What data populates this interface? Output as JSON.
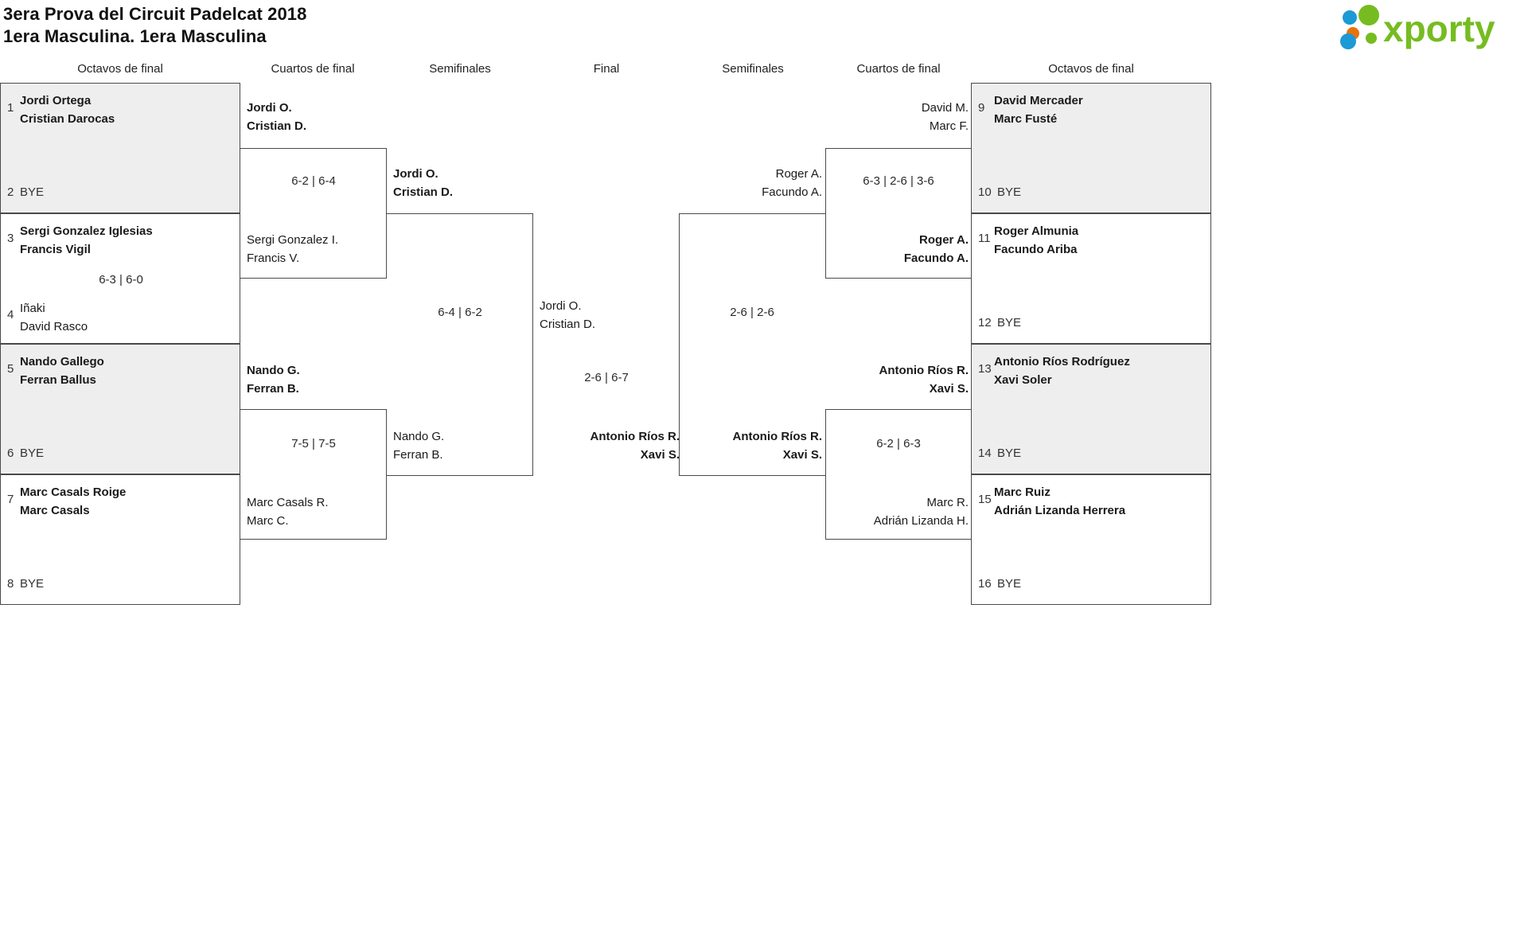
{
  "header": {
    "title_line1": "3era Prova del Circuit Padelcat 2018",
    "title_line2": "1era Masculina. 1era Masculina",
    "logo_text": "xporty",
    "logo_colors": {
      "green": "#76bc21",
      "blue": "#1b9ad6",
      "orange": "#e8730c"
    }
  },
  "rounds": {
    "left_r16": "Octavos de final",
    "left_qf": "Cuartos de final",
    "left_sf": "Semifinales",
    "final": "Final",
    "right_sf": "Semifinales",
    "right_qf": "Cuartos de final",
    "right_r16": "Octavos de final"
  },
  "left": {
    "r16": [
      {
        "seed": "1",
        "p1": "Jordi Ortega",
        "p2": "Cristian Darocas",
        "winner": true,
        "bye": false,
        "shaded": true
      },
      {
        "seed": "2",
        "bye_label": "BYE",
        "winner": false,
        "bye": true,
        "shaded": true
      },
      {
        "seed": "3",
        "p1": "Sergi Gonzalez Iglesias",
        "p2": "Francis Vigil",
        "winner": true,
        "bye": false,
        "shaded": false
      },
      {
        "seed": "4",
        "p1": "Iñaki",
        "p2": "David Rasco",
        "winner": false,
        "bye": false,
        "shaded": false
      },
      {
        "seed": "5",
        "p1": "Nando Gallego",
        "p2": "Ferran Ballus",
        "winner": true,
        "bye": false,
        "shaded": true
      },
      {
        "seed": "6",
        "bye_label": "BYE",
        "winner": false,
        "bye": true,
        "shaded": true
      },
      {
        "seed": "7",
        "p1": "Marc Casals Roige",
        "p2": "Marc Casals",
        "winner": true,
        "bye": false,
        "shaded": false
      },
      {
        "seed": "8",
        "bye_label": "BYE",
        "winner": false,
        "bye": true,
        "shaded": false
      }
    ],
    "r16_scores": [
      "",
      "6-3 | 6-0",
      "",
      ""
    ],
    "qf": [
      {
        "p1": "Jordi O.",
        "p2": "Cristian D.",
        "winner": true
      },
      {
        "p1": "Sergi Gonzalez I.",
        "p2": "Francis V.",
        "winner": false
      },
      {
        "p1": "Nando G.",
        "p2": "Ferran B.",
        "winner": true
      },
      {
        "p1": "Marc Casals R.",
        "p2": "Marc C.",
        "winner": false
      }
    ],
    "qf_scores": [
      "6-2 | 6-4",
      "7-5 | 7-5"
    ],
    "sf": [
      {
        "p1": "Jordi O.",
        "p2": "Cristian D.",
        "winner": true
      },
      {
        "p1": "Nando G.",
        "p2": "Ferran B.",
        "winner": false
      }
    ],
    "sf_score": "6-4 | 6-2"
  },
  "final": {
    "left_team": {
      "p1": "Jordi O.",
      "p2": "Cristian D.",
      "winner": false
    },
    "right_team": {
      "p1": "Antonio Ríos R.",
      "p2": "Xavi S.",
      "winner": true
    },
    "score": "2-6 | 6-7"
  },
  "right": {
    "r16": [
      {
        "seed": "9",
        "p1": "David Mercader",
        "p2": "Marc Fusté",
        "winner": true,
        "bye": false,
        "shaded": true
      },
      {
        "seed": "10",
        "bye_label": "BYE",
        "winner": false,
        "bye": true,
        "shaded": true
      },
      {
        "seed": "11",
        "p1": "Roger Almunia",
        "p2": "Facundo Ariba",
        "winner": true,
        "bye": false,
        "shaded": false
      },
      {
        "seed": "12",
        "bye_label": "BYE",
        "winner": false,
        "bye": true,
        "shaded": false
      },
      {
        "seed": "13",
        "p1": "Antonio Ríos Rodríguez",
        "p2": "Xavi Soler",
        "winner": true,
        "bye": false,
        "shaded": true
      },
      {
        "seed": "14",
        "bye_label": "BYE",
        "winner": false,
        "bye": true,
        "shaded": true
      },
      {
        "seed": "15",
        "p1": "Marc Ruiz",
        "p2": "Adrián Lizanda Herrera",
        "winner": true,
        "bye": false,
        "shaded": false
      },
      {
        "seed": "16",
        "bye_label": "BYE",
        "winner": false,
        "bye": true,
        "shaded": false
      }
    ],
    "qf": [
      {
        "p1": "David M.",
        "p2": "Marc F.",
        "winner": false
      },
      {
        "p1": "Roger A.",
        "p2": "Facundo A.",
        "winner": true
      },
      {
        "p1": "Antonio Ríos R.",
        "p2": "Xavi S.",
        "winner": true
      },
      {
        "p1": "Marc R.",
        "p2": "Adrián Lizanda H.",
        "winner": false
      }
    ],
    "qf_scores": [
      "6-3 | 2-6 | 3-6",
      "6-2 | 6-3"
    ],
    "sf": [
      {
        "p1": "Roger A.",
        "p2": "Facundo A.",
        "winner": false
      },
      {
        "p1": "Antonio Ríos R.",
        "p2": "Xavi S.",
        "winner": true
      }
    ],
    "sf_score": "2-6 | 2-6"
  }
}
